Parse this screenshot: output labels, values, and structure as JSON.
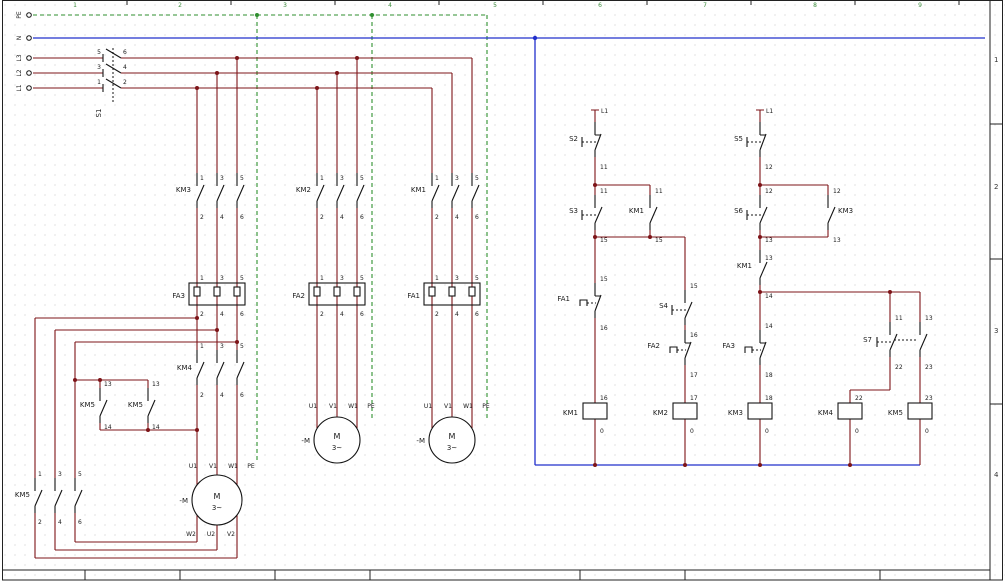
{
  "zones_top": [
    "1",
    "2",
    "3",
    "4",
    "5",
    "6",
    "7",
    "8",
    "9"
  ],
  "zones_right": [
    "1",
    "2",
    "3",
    "4"
  ],
  "rails": {
    "pe": "PE",
    "n": "N",
    "l3": "L3",
    "l2": "L2",
    "l1": "L1"
  },
  "s1": {
    "label": "S1",
    "n": [
      "1",
      "2",
      "3",
      "4",
      "5",
      "6"
    ]
  },
  "km3": {
    "label": "KM3",
    "t": [
      "1",
      "3",
      "5"
    ],
    "b": [
      "2",
      "4",
      "6"
    ]
  },
  "km2": {
    "label": "KM2",
    "t": [
      "1",
      "3",
      "5"
    ],
    "b": [
      "2",
      "4",
      "6"
    ]
  },
  "km1": {
    "label": "KM1",
    "t": [
      "1",
      "3",
      "5"
    ],
    "b": [
      "2",
      "4",
      "6"
    ]
  },
  "fa3": {
    "label": "FA3",
    "t": [
      "1",
      "3",
      "5"
    ],
    "b": [
      "2",
      "4",
      "6"
    ]
  },
  "fa2": {
    "label": "FA2",
    "t": [
      "1",
      "3",
      "5"
    ],
    "b": [
      "2",
      "4",
      "6"
    ]
  },
  "fa1": {
    "label": "FA1",
    "t": [
      "1",
      "3",
      "5"
    ],
    "b": [
      "2",
      "4",
      "6"
    ]
  },
  "km4": {
    "label": "KM4",
    "t": [
      "1",
      "3",
      "5"
    ],
    "b": [
      "2",
      "4",
      "6"
    ]
  },
  "km5": {
    "label": "KM5",
    "t": [
      "1",
      "3",
      "5"
    ],
    "b": [
      "2",
      "4",
      "6"
    ]
  },
  "km5aux": [
    {
      "label": "KM5",
      "t": "13",
      "b": "14"
    },
    {
      "label": "KM5",
      "t": "13",
      "b": "14"
    }
  ],
  "motor1": {
    "label": "-M",
    "m": "M",
    "ph": "3~",
    "t": [
      "U1",
      "V1",
      "W1",
      "PE"
    ],
    "b": [
      "W2",
      "U2",
      "V2"
    ]
  },
  "motor2": {
    "label": "-M",
    "m": "M",
    "ph": "3~",
    "t": [
      "U1",
      "V1",
      "W1",
      "PE"
    ]
  },
  "motor3": {
    "label": "-M",
    "m": "M",
    "ph": "3~",
    "t": [
      "U1",
      "V1",
      "W1",
      "PE"
    ]
  },
  "ctl": {
    "s2": {
      "label": "S2",
      "t": "L1",
      "b": "11"
    },
    "s5": {
      "label": "S5",
      "t": "L1",
      "b": "12"
    },
    "s3": {
      "label": "S3",
      "t": "11",
      "b": "15"
    },
    "km1h": {
      "label": "KM1",
      "t": "11",
      "b": "15"
    },
    "s6": {
      "label": "S6",
      "t": "12",
      "b": "13"
    },
    "km3h": {
      "label": "KM3",
      "t": "12",
      "b": "13"
    },
    "km1a": {
      "label": "KM1",
      "t": "13",
      "b": "14"
    },
    "fa1": {
      "label": "FA1",
      "t": "15",
      "b": "16"
    },
    "s4": {
      "label": "S4",
      "t": "15",
      "b": "16"
    },
    "fa2": {
      "label": "FA2",
      "b": "17"
    },
    "fa3": {
      "label": "FA3",
      "t": "14",
      "b": "18"
    },
    "s7": {
      "label": "S7",
      "t1": "11",
      "b1": "22",
      "t2": "13",
      "b2": "23"
    },
    "coils": [
      {
        "label": "KM1",
        "t": "16",
        "b": "0"
      },
      {
        "label": "KM2",
        "t": "17",
        "b": "0"
      },
      {
        "label": "KM3",
        "t": "18",
        "b": "0"
      },
      {
        "label": "KM4",
        "t": "22",
        "b": "0"
      },
      {
        "label": "KM5",
        "t": "23",
        "b": "0"
      }
    ]
  },
  "colors": {
    "wire": "#7d1418",
    "neutral": "#2230cc",
    "pe": "#2f8f2f"
  }
}
